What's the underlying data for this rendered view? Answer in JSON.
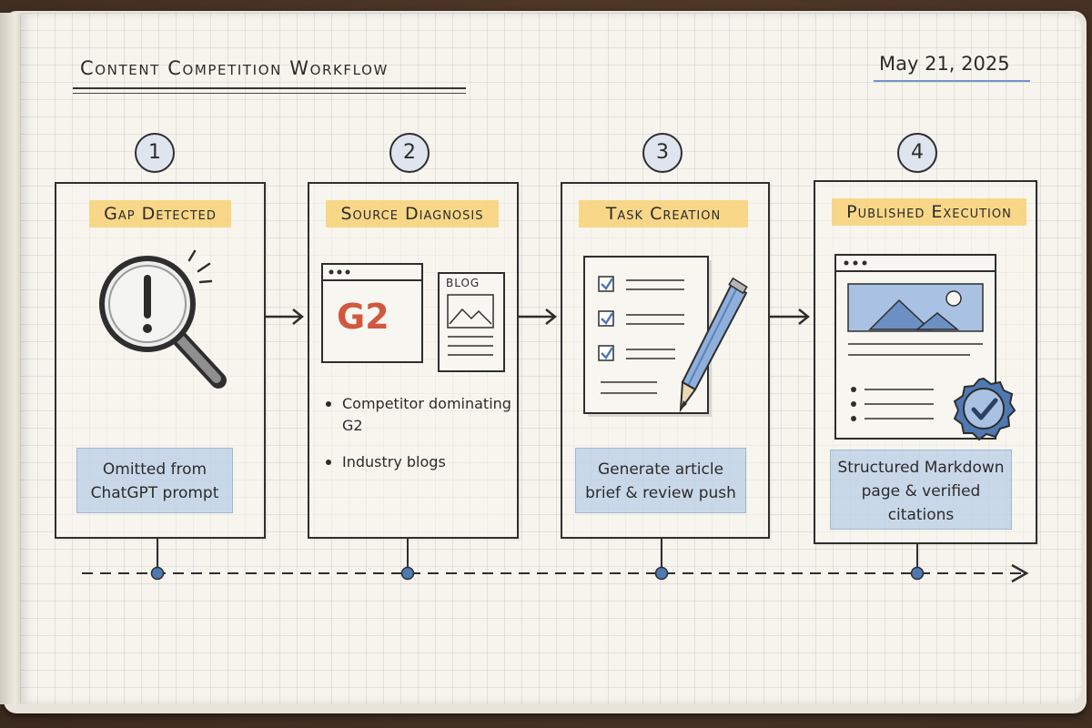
{
  "header": {
    "title": "Content Competition Workflow",
    "date": "May 21, 2025"
  },
  "steps": [
    {
      "number": "1",
      "label": "Gap Detected",
      "note_line1": "Omitted from",
      "note_line2": "ChatGPT prompt"
    },
    {
      "number": "2",
      "label": "Source Diagnosis",
      "logo_text": "G2",
      "blog_label": "BLOG",
      "bullet1": "Competitor dominating",
      "bullet1_cont": "G2",
      "bullet2": "Industry blogs"
    },
    {
      "number": "3",
      "label": "Task Creation",
      "note_line1": "Generate article",
      "note_line2": "brief & review push"
    },
    {
      "number": "4",
      "label": "Published Execution",
      "note_line1": "Structured Markdown",
      "note_line2": "page & verified",
      "note_line3": "citations"
    }
  ],
  "colors": {
    "highlight": "#f7cf6e",
    "note_blue": "#aac4e4",
    "accent_blue": "#6f95c9",
    "g2_red": "#d0583f",
    "ink": "#2e2e2e"
  },
  "icons": [
    "magnifier-exclamation-icon",
    "browser-window-icon",
    "blog-page-icon",
    "checklist-icon",
    "pencil-icon",
    "published-page-icon",
    "verified-badge-icon",
    "arrow-right-icon",
    "timeline-arrow-icon"
  ]
}
